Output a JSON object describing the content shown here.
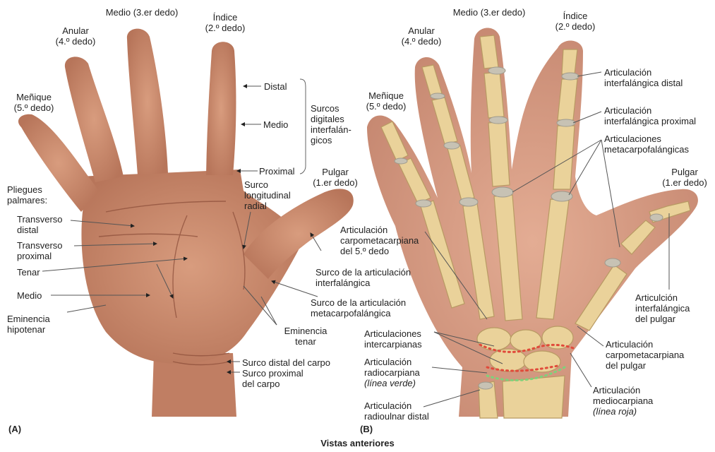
{
  "panel_a": {
    "tag": "(A)",
    "fingers": {
      "middle": [
        "Medio (3.er dedo)"
      ],
      "index": [
        "Índice",
        "(2.º dedo)"
      ],
      "ring": [
        "Anular",
        "(4.º dedo)"
      ],
      "little": [
        "Meñique",
        "(5.º dedo)"
      ],
      "thumb": [
        "Pulgar",
        "(1.er dedo)"
      ]
    },
    "digital_creases": {
      "distal": "Distal",
      "middle": "Medio",
      "proximal": "Proximal",
      "group": [
        "Surcos",
        "digitales",
        "interfalán-",
        "gicos"
      ]
    },
    "palmar_creases": {
      "heading": [
        "Pliegues",
        "palmares:"
      ],
      "transverse_distal": [
        "Transverso",
        "distal"
      ],
      "transverse_proximal": [
        "Transverso",
        "proximal"
      ],
      "thenar": "Tenar",
      "middle": "Medio"
    },
    "hypothenar": [
      "Eminencia",
      "hipotenar"
    ],
    "radial_longitudinal": [
      "Surco",
      "longitudinal",
      "radial"
    ],
    "ip_groove": [
      "Surco de la articulación",
      "interfalángica"
    ],
    "mcp_groove": [
      "Surco de la articulación",
      "metacarpofalángica"
    ],
    "thenar_eminence": [
      "Eminencia",
      "tenar"
    ],
    "distal_carpal": "Surco distal del carpo",
    "proximal_carpal": [
      "Surco proximal",
      "del carpo"
    ]
  },
  "panel_b": {
    "tag": "(B)",
    "fingers": {
      "middle": [
        "Medio (3.er dedo)"
      ],
      "index": [
        "Índice",
        "(2.º dedo)"
      ],
      "ring": [
        "Anular",
        "(4.º dedo)"
      ],
      "little": [
        "Meñique",
        "(5.º dedo)"
      ],
      "thumb": [
        "Pulgar",
        "(1.er dedo)"
      ]
    },
    "dip": [
      "Articulación",
      "interfalángica distal"
    ],
    "pip": [
      "Articulación",
      "interfalángica proximal"
    ],
    "mcp": [
      "Articulaciones",
      "metacarpofalángicas"
    ],
    "cmc5": [
      "Articulación",
      "carpometacarpiana",
      "del 5.º dedo"
    ],
    "thumb_ip": [
      "Articulción",
      "interfalángica",
      "del pulgar"
    ],
    "thumb_cmc": [
      "Articulación",
      "carpometacarpiana",
      "del pulgar"
    ],
    "intercarpal": [
      "Articulaciones",
      "intercarpianas"
    ],
    "radiocarpal": [
      "Articulación",
      "radiocarpiana"
    ],
    "radiocarpal_note": "(línea verde)",
    "midcarpal": [
      "Articulación",
      "mediocarpiana"
    ],
    "midcarpal_note": "(línea roja)",
    "druj": [
      "Articulación",
      "radioulnar distal"
    ]
  },
  "caption": "Vistas anteriores",
  "colors": {
    "skin": "#c98a6c",
    "skin_dark": "#a8674c",
    "bone": "#ead29a",
    "bone_edge": "#b89a63",
    "cartilage": "#c7c2b4",
    "radiocarpal_line": "#7fd17a",
    "midcarpal_line": "#e04a3a"
  }
}
